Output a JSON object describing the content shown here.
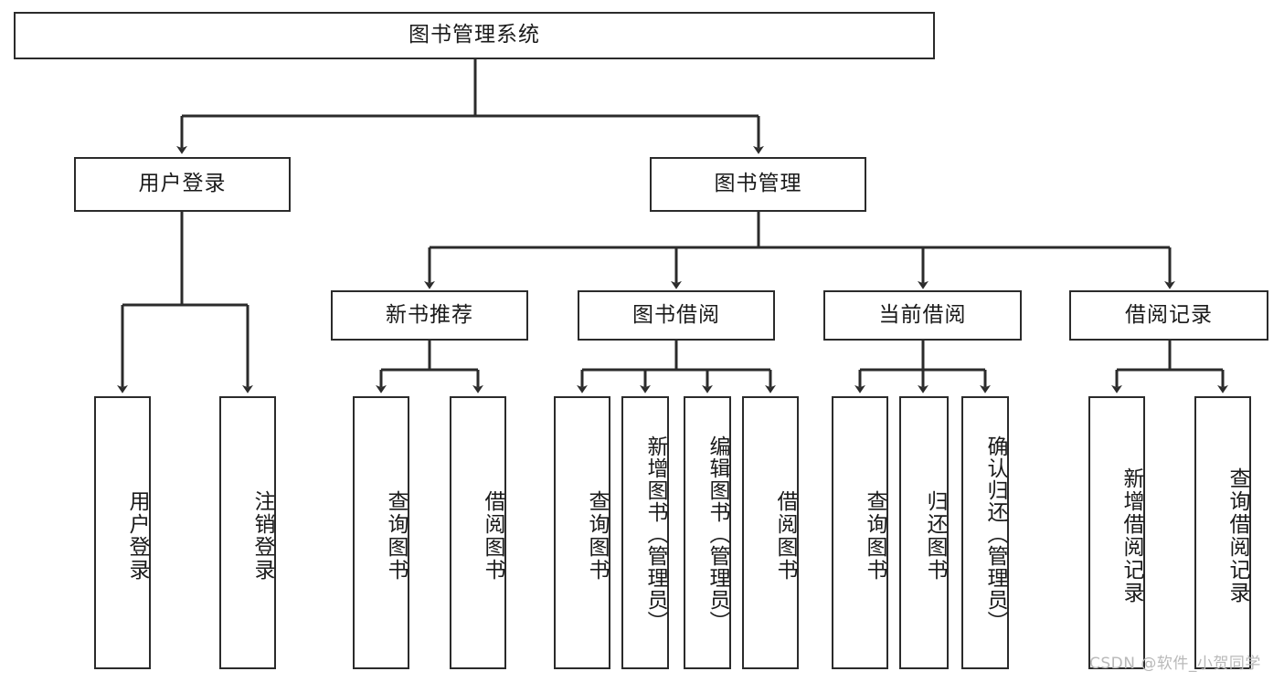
{
  "diagram": {
    "title": "图书管理系统",
    "type": "tree",
    "watermark": "CSDN @软件_小贺同学",
    "colors": {
      "box_border": "#2b2b2b",
      "box_fill": "#ffffff",
      "edge": "#2b2b2b",
      "text": "#1a1a1a",
      "watermark": "#b9b9b9"
    },
    "nodes": {
      "root": {
        "label": "图书管理系统"
      },
      "level2": [
        {
          "id": "user-login",
          "label": "用户登录"
        },
        {
          "id": "book-manage",
          "label": "图书管理"
        }
      ],
      "level3": [
        {
          "id": "new-book-recommend",
          "label": "新书推荐"
        },
        {
          "id": "book-borrow",
          "label": "图书借阅"
        },
        {
          "id": "current-borrow",
          "label": "当前借阅"
        },
        {
          "id": "borrow-record",
          "label": "借阅记录"
        }
      ],
      "leaves": {
        "user-login": [
          {
            "id": "leaf-user-login",
            "label": "用户登录"
          },
          {
            "id": "leaf-logout-login",
            "label": "注销登录"
          }
        ],
        "new-book-recommend": [
          {
            "id": "leaf-query-book-1",
            "label": "查询图书"
          },
          {
            "id": "leaf-borrow-book-1",
            "label": "借阅图书"
          }
        ],
        "book-borrow": [
          {
            "id": "leaf-query-book-2",
            "label": "查询图书"
          },
          {
            "id": "leaf-add-book-admin",
            "label": "新增图书（管理员）"
          },
          {
            "id": "leaf-edit-book-admin",
            "label": "编辑图书（管理员）"
          },
          {
            "id": "leaf-borrow-book-2",
            "label": "借阅图书"
          }
        ],
        "current-borrow": [
          {
            "id": "leaf-query-book-3",
            "label": "查询图书"
          },
          {
            "id": "leaf-return-book",
            "label": "归还图书"
          },
          {
            "id": "leaf-confirm-return-admin",
            "label": "确认归还（管理员）"
          }
        ],
        "borrow-record": [
          {
            "id": "leaf-add-borrow-record",
            "label": "新增借阅记录"
          },
          {
            "id": "leaf-query-borrow-record",
            "label": "查询借阅记录"
          }
        ]
      }
    }
  }
}
